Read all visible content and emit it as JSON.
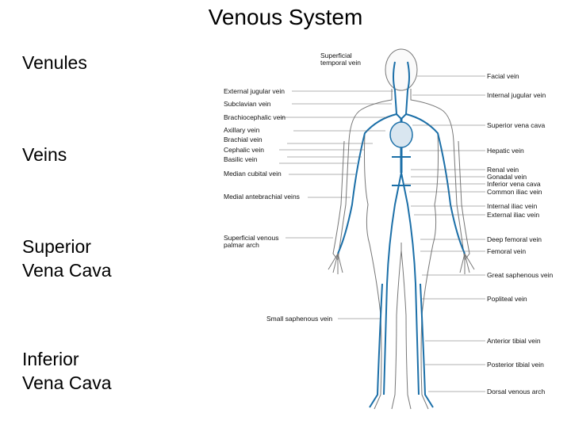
{
  "title": "Venous System",
  "bullets": [
    "Venules",
    "Veins",
    "Superior\nVena Cava",
    "Inferior\nVena Cava"
  ],
  "diagram": {
    "vein_color": "#1b6fa8",
    "labels_left": [
      "Superficial\ntemporal vein",
      "External jugular vein",
      "Subclavian vein",
      "Brachiocephalic vein",
      "Axillary vein",
      "Brachial vein",
      "Cephalic vein",
      "Basilic vein",
      "Median cubital vein",
      "Medial antebrachial veins",
      "Superficial venous\npalmar arch",
      "Small saphenous vein"
    ],
    "labels_right": [
      "Facial vein",
      "Internal jugular vein",
      "Superior vena cava",
      "Hepatic vein",
      "Renal vein",
      "Gonadal vein",
      "Inferior vena cava",
      "Common iliac vein",
      "Internal iliac vein",
      "External iliac vein",
      "Deep femoral vein",
      "Femoral vein",
      "Great saphenous vein",
      "Popliteal vein",
      "Anterior tibial vein",
      "Posterior tibial vein",
      "Dorsal venous arch"
    ]
  }
}
